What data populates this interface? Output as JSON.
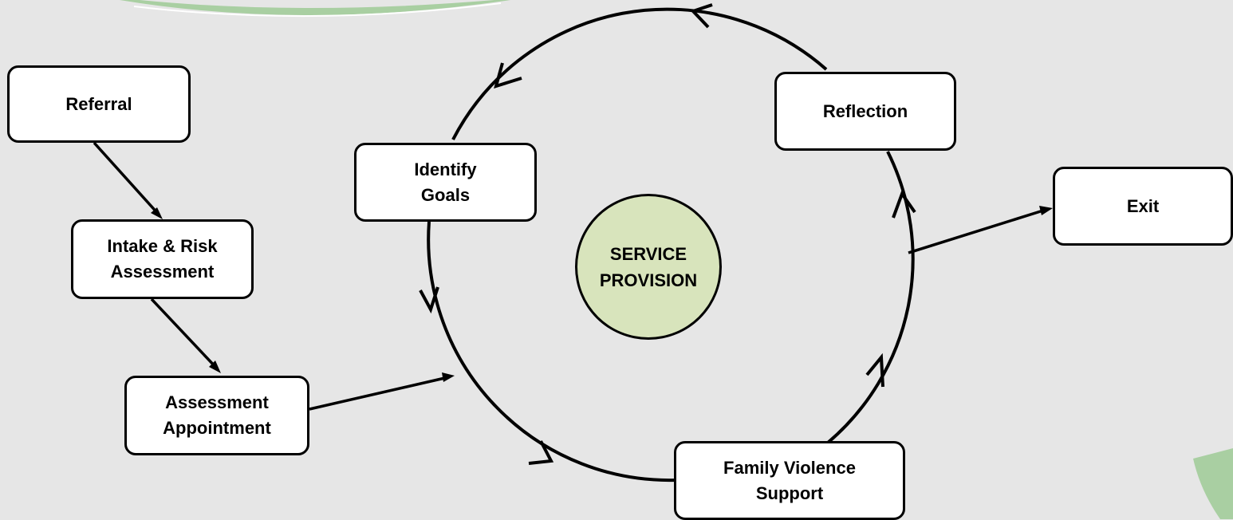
{
  "colors": {
    "background": "#e6e6e6",
    "node_fill": "#ffffff",
    "center_fill": "#d8e4bc",
    "deco_green": "#a9cfa2",
    "stroke": "#000000"
  },
  "nodes": {
    "referral": {
      "lines": [
        "Referral"
      ]
    },
    "intake": {
      "lines": [
        "Intake & Risk",
        "Assessment"
      ]
    },
    "assessment_appointment": {
      "lines": [
        "Assessment",
        "Appointment"
      ]
    },
    "identify_goals": {
      "lines": [
        "Identify",
        "Goals"
      ]
    },
    "reflection": {
      "lines": [
        "Reflection"
      ]
    },
    "exit": {
      "lines": [
        "Exit"
      ]
    },
    "family_violence_support": {
      "lines": [
        "Family Violence",
        "Support"
      ]
    }
  },
  "center": {
    "lines": [
      "SERVICE",
      "PROVISION"
    ]
  }
}
